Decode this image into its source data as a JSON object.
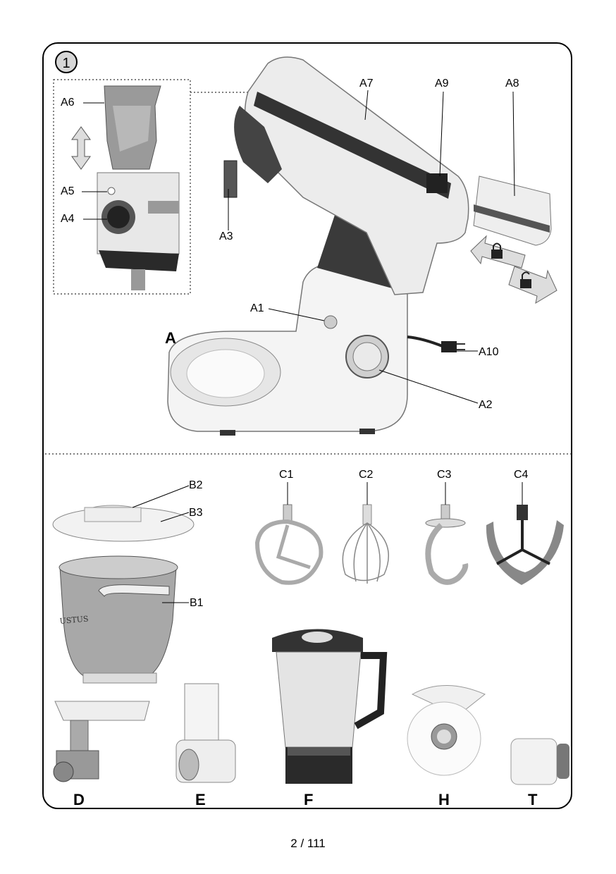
{
  "figure": {
    "number": "1",
    "section_a": "A",
    "section_labels": {
      "d": "D",
      "e": "E",
      "f": "F",
      "h": "H",
      "t": "T"
    }
  },
  "callouts": {
    "a1": "A1",
    "a2": "A2",
    "a3": "A3",
    "a4": "A4",
    "a5": "A5",
    "a6": "A6",
    "a7": "A7",
    "a8": "A8",
    "a9": "A9",
    "a10": "A10",
    "b1": "B1",
    "b2": "B2",
    "b3": "B3",
    "c1": "C1",
    "c2": "C2",
    "c3": "C3",
    "c4": "C4"
  },
  "page_number": "2 / 111"
}
